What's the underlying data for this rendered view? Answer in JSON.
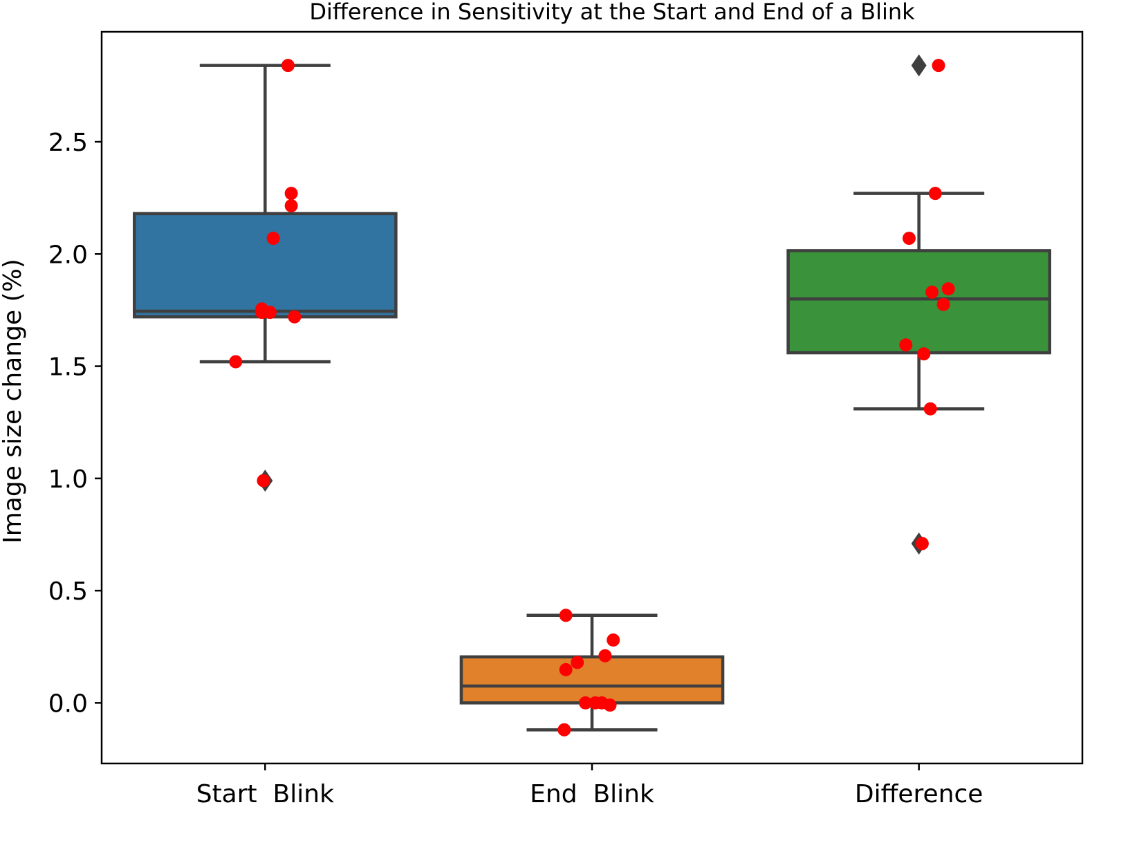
{
  "chart_data": {
    "type": "box",
    "title": "Difference in Sensitivity at the Start and End of a Blink",
    "xlabel": "",
    "ylabel": "Image size change (%)",
    "ylim": [
      -0.27,
      2.99
    ],
    "yticks": [
      0.0,
      0.5,
      1.0,
      1.5,
      2.0,
      2.5
    ],
    "ytick_labels": [
      "0.0",
      "0.5",
      "1.0",
      "1.5",
      "2.0",
      "2.5"
    ],
    "categories": [
      "Start  Blink",
      "End  Blink",
      "Difference"
    ],
    "grid": false,
    "legend": "none",
    "colors": {
      "boxes": [
        "#3274a1",
        "#e1812c",
        "#3a923a"
      ],
      "line": "#3f3f3f",
      "points": "#ff0000",
      "frame": "#000000"
    },
    "boxes": [
      {
        "category": "Start  Blink",
        "whisker_low": 1.52,
        "q1": 1.72,
        "median": 1.745,
        "q3": 2.18,
        "whisker_high": 2.84,
        "outliers": [
          0.99
        ]
      },
      {
        "category": "End  Blink",
        "whisker_low": -0.12,
        "q1": 0.0,
        "median": 0.075,
        "q3": 0.205,
        "whisker_high": 0.39,
        "outliers": []
      },
      {
        "category": "Difference",
        "whisker_low": 1.31,
        "q1": 1.56,
        "median": 1.8,
        "q3": 2.015,
        "whisker_high": 2.27,
        "outliers": [
          2.84,
          0.71
        ]
      }
    ],
    "points": [
      {
        "category": "Start  Blink",
        "values": [
          2.84,
          2.27,
          2.215,
          2.07,
          1.755,
          1.74,
          1.74,
          1.72,
          1.52,
          0.99
        ],
        "jitter": [
          0.07,
          0.08,
          0.08,
          0.025,
          -0.01,
          -0.01,
          0.015,
          0.09,
          -0.09,
          -0.005
        ]
      },
      {
        "category": "End  Blink",
        "values": [
          0.39,
          0.28,
          0.21,
          0.18,
          0.148,
          0.0,
          0.0,
          0.0,
          -0.01,
          -0.12
        ],
        "jitter": [
          -0.08,
          0.065,
          0.04,
          -0.045,
          -0.08,
          -0.02,
          0.01,
          0.03,
          0.055,
          -0.085
        ]
      },
      {
        "category": "Difference",
        "values": [
          2.84,
          2.27,
          2.07,
          1.845,
          1.83,
          1.775,
          1.595,
          1.555,
          1.31,
          0.71
        ],
        "jitter": [
          0.06,
          0.05,
          -0.03,
          0.09,
          0.04,
          0.075,
          -0.04,
          0.015,
          0.035,
          0.01
        ]
      }
    ]
  }
}
